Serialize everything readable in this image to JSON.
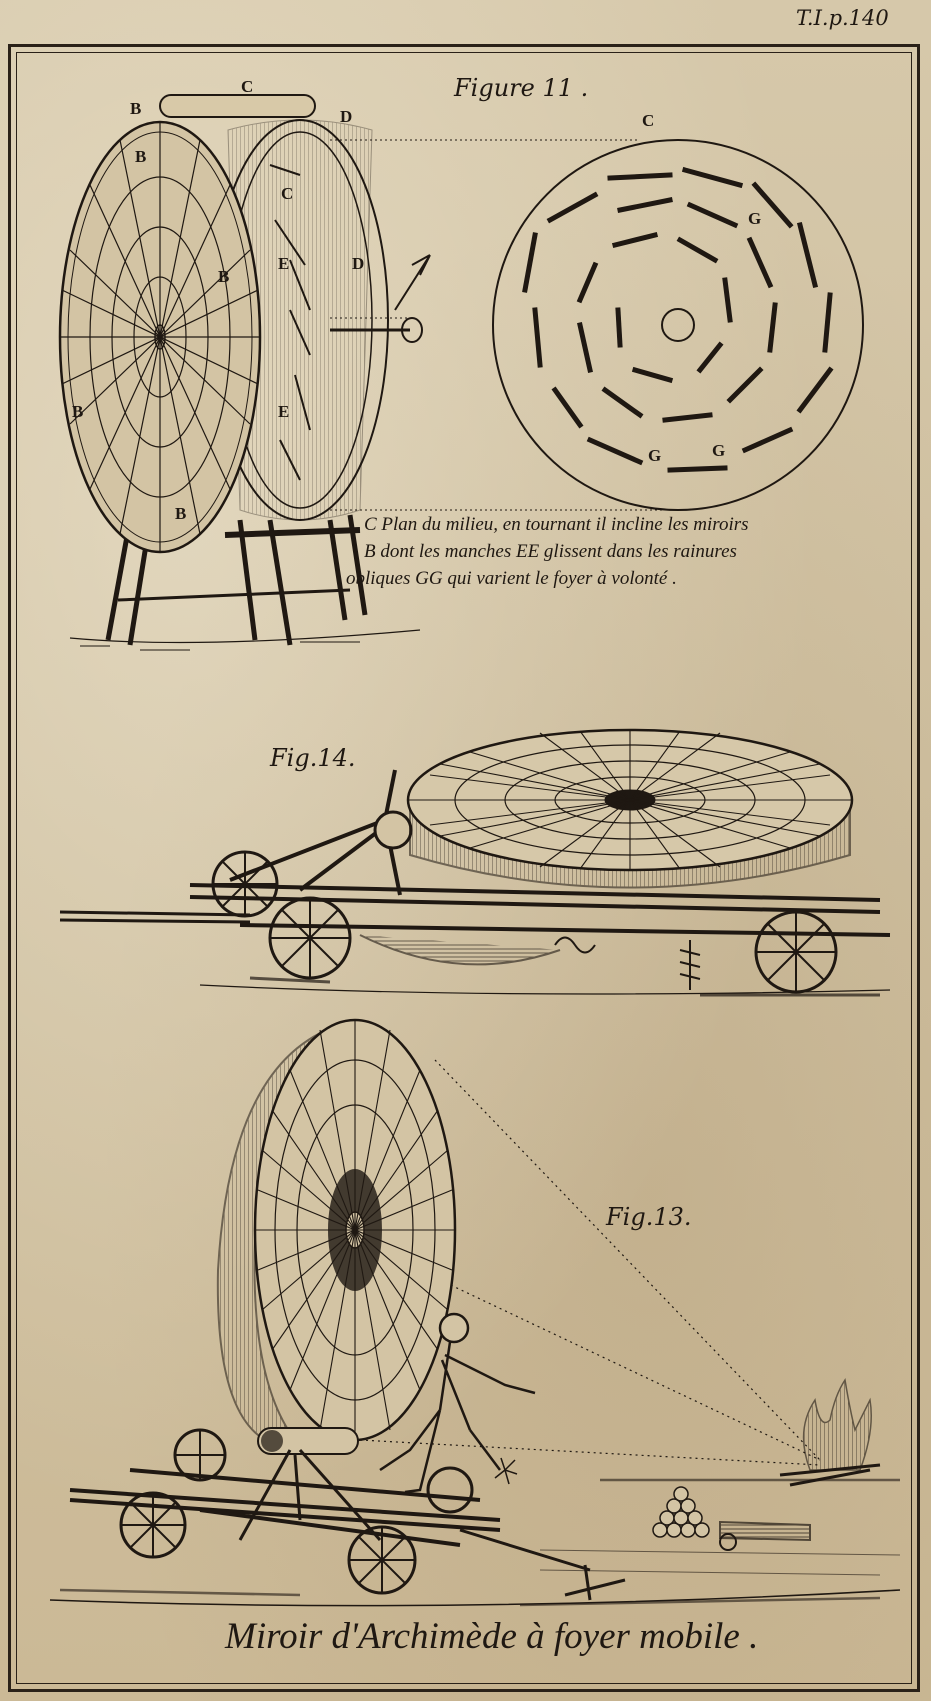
{
  "plate": {
    "reference": "T.I.p.140",
    "title": "Miroir d'Archimède à foyer mobile ."
  },
  "figure_11": {
    "label": "Figure 11 .",
    "letters": {
      "b1": "B",
      "b2": "B",
      "b3": "B",
      "b4": "B",
      "b5": "B",
      "c1": "C",
      "c2": "C",
      "c3": "C",
      "d1": "D",
      "d2": "D",
      "e1": "E",
      "e2": "E",
      "g1": "G",
      "g2": "G",
      "g3": "G"
    },
    "caption": [
      "C Plan du milieu, en tournant il incline les miroirs",
      "B dont les manches EE glissent dans les rainures",
      "obliques GG qui varient le foyer à volonté ."
    ]
  },
  "figure_14": {
    "label": "Fig.14."
  },
  "figure_13": {
    "label": "Fig.13."
  },
  "colors": {
    "ink": "#1f1812",
    "paper": "#cfc0a0"
  }
}
